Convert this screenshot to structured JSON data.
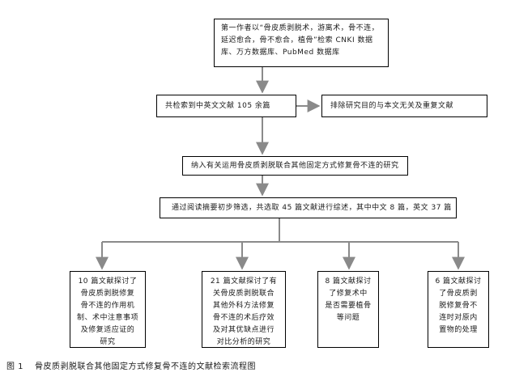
{
  "figure": {
    "search_box": {
      "lines": [
        "第一作者以“骨皮质剥脱术，游离术，骨不连，",
        "延迟愈合，骨不愈合，植骨”检索 CNKI 数据",
        "库、万方数据库、PubMed 数据库"
      ]
    },
    "retrieved_box": {
      "text": "共检索到中英文文献 105 余篇"
    },
    "excluded_box": {
      "text": "排除研究目的与本文无关及重复文献"
    },
    "included_box": {
      "text": "纳入有关运用骨皮质剥脱联合其他固定方式修复骨不连的研究"
    },
    "screened_box": {
      "text": "通过阅读摘要初步筛选，共选取 45 篇文献进行综述，其中中文 8 篇，英文 37 篇"
    },
    "branches": [
      {
        "lines": [
          "10 篇文献探讨了",
          "骨皮质剥脱修复",
          "骨不连的作用机",
          "制、术中注意事项",
          "及修复适应证的",
          "研究"
        ]
      },
      {
        "lines": [
          "21 篇文献探讨了有",
          "关骨皮质剥脱联合",
          "其他外科方法修复",
          "骨不连的术后疗效",
          "及对其优缺点进行",
          "对比分析的研究"
        ]
      },
      {
        "lines": [
          "8 篇文献探讨",
          "了修复术中",
          "是否需要植骨",
          "等问题"
        ]
      },
      {
        "lines": [
          "6 篇文献探讨",
          "了骨皮质剥",
          "脱修复骨不",
          "连时对原内",
          "置物的处理"
        ]
      }
    ]
  },
  "caption": {
    "label": "图 1",
    "text": "骨皮质剥脱联合其他固定方式修复骨不连的文献检索流程图"
  }
}
